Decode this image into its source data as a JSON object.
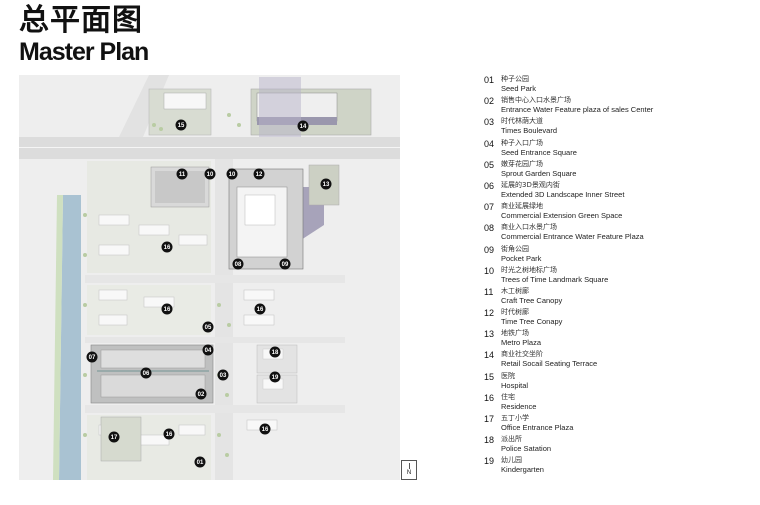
{
  "title_cn": "总平面图",
  "title_en": "Master Plan",
  "north_label": "N",
  "legend": [
    {
      "num": "01",
      "cn": "种子公园",
      "en": "Seed Park"
    },
    {
      "num": "02",
      "cn": "销售中心入口水景广场",
      "en": "Entrance Water Feature plaza of sales Center"
    },
    {
      "num": "03",
      "cn": "时代林荫大道",
      "en": "Times Boulevard"
    },
    {
      "num": "04",
      "cn": "种子入口广场",
      "en": "Seed Entrance Square"
    },
    {
      "num": "05",
      "cn": "嫩芽花园广场",
      "en": "Sprout Garden Square"
    },
    {
      "num": "06",
      "cn": "延展的3D景观内街",
      "en": "Extended 3D Landscape Inner Street"
    },
    {
      "num": "07",
      "cn": "商业延展绿地",
      "en": "Commercial Extension Green Space"
    },
    {
      "num": "08",
      "cn": "商业入口水景广场",
      "en": "Commercial Entrance Water Feature Plaza"
    },
    {
      "num": "09",
      "cn": "街角公园",
      "en": "Pocket Park"
    },
    {
      "num": "10",
      "cn": "时光之树地标广场",
      "en": "Trees of Time Landmark Square"
    },
    {
      "num": "11",
      "cn": "木工树廊",
      "en": "Craft Tree Canopy"
    },
    {
      "num": "12",
      "cn": "时代树廊",
      "en": "Time Tree Conapy"
    },
    {
      "num": "13",
      "cn": "地铁广场",
      "en": "Metro Plaza"
    },
    {
      "num": "14",
      "cn": "商业社交坐阶",
      "en": "Retail Socail Seating Terrace"
    },
    {
      "num": "15",
      "cn": "医院",
      "en": "Hospital"
    },
    {
      "num": "16",
      "cn": "住宅",
      "en": "Residence"
    },
    {
      "num": "17",
      "cn": "五丁小学",
      "en": "Office Entrance Plaza"
    },
    {
      "num": "18",
      "cn": "派出所",
      "en": "Police Satation"
    },
    {
      "num": "19",
      "cn": "幼儿园",
      "en": "Kindergarten"
    }
  ],
  "map_markers": [
    "15",
    "14",
    "11",
    "10",
    "10",
    "12",
    "13",
    "16",
    "08",
    "09",
    "16",
    "16",
    "05",
    "04",
    "07",
    "06",
    "03",
    "18",
    "19",
    "02",
    "17",
    "16",
    "16",
    "01"
  ]
}
